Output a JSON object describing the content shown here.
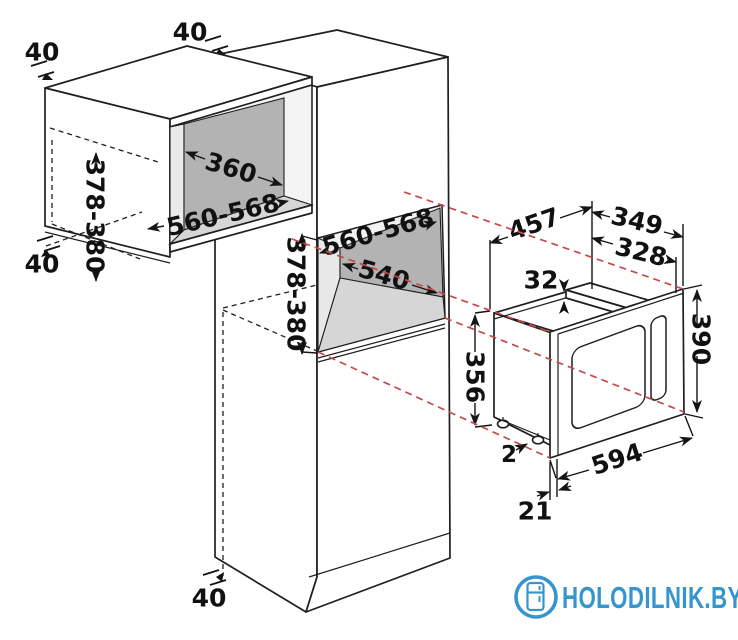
{
  "dims": {
    "small_top": "40",
    "small_bottom": "40",
    "small_depth": "360",
    "small_width": "560-568",
    "small_height": "378-380",
    "tall_top": "40",
    "tall_bottom": "40",
    "niche_width": "560-568",
    "niche_depth": "540",
    "niche_height": "378-380",
    "mw_depth_total": "457",
    "mw_depth_body": "349",
    "mw_depth_inner": "328",
    "mw_top_step": "32",
    "mw_height_frame": "390",
    "mw_height_body": "356",
    "mw_foot": "2",
    "mw_width": "594",
    "mw_lip": "21"
  },
  "branding": {
    "site": "HOLODILNIK.BY"
  },
  "colors": {
    "line": "#1f1f1f",
    "niche_back": "#b3b3b3",
    "niche_floor": "#d6d6d6",
    "projection_red": "#c54a4a",
    "logo_blue": "#3795cd",
    "background": "#ffffff"
  }
}
